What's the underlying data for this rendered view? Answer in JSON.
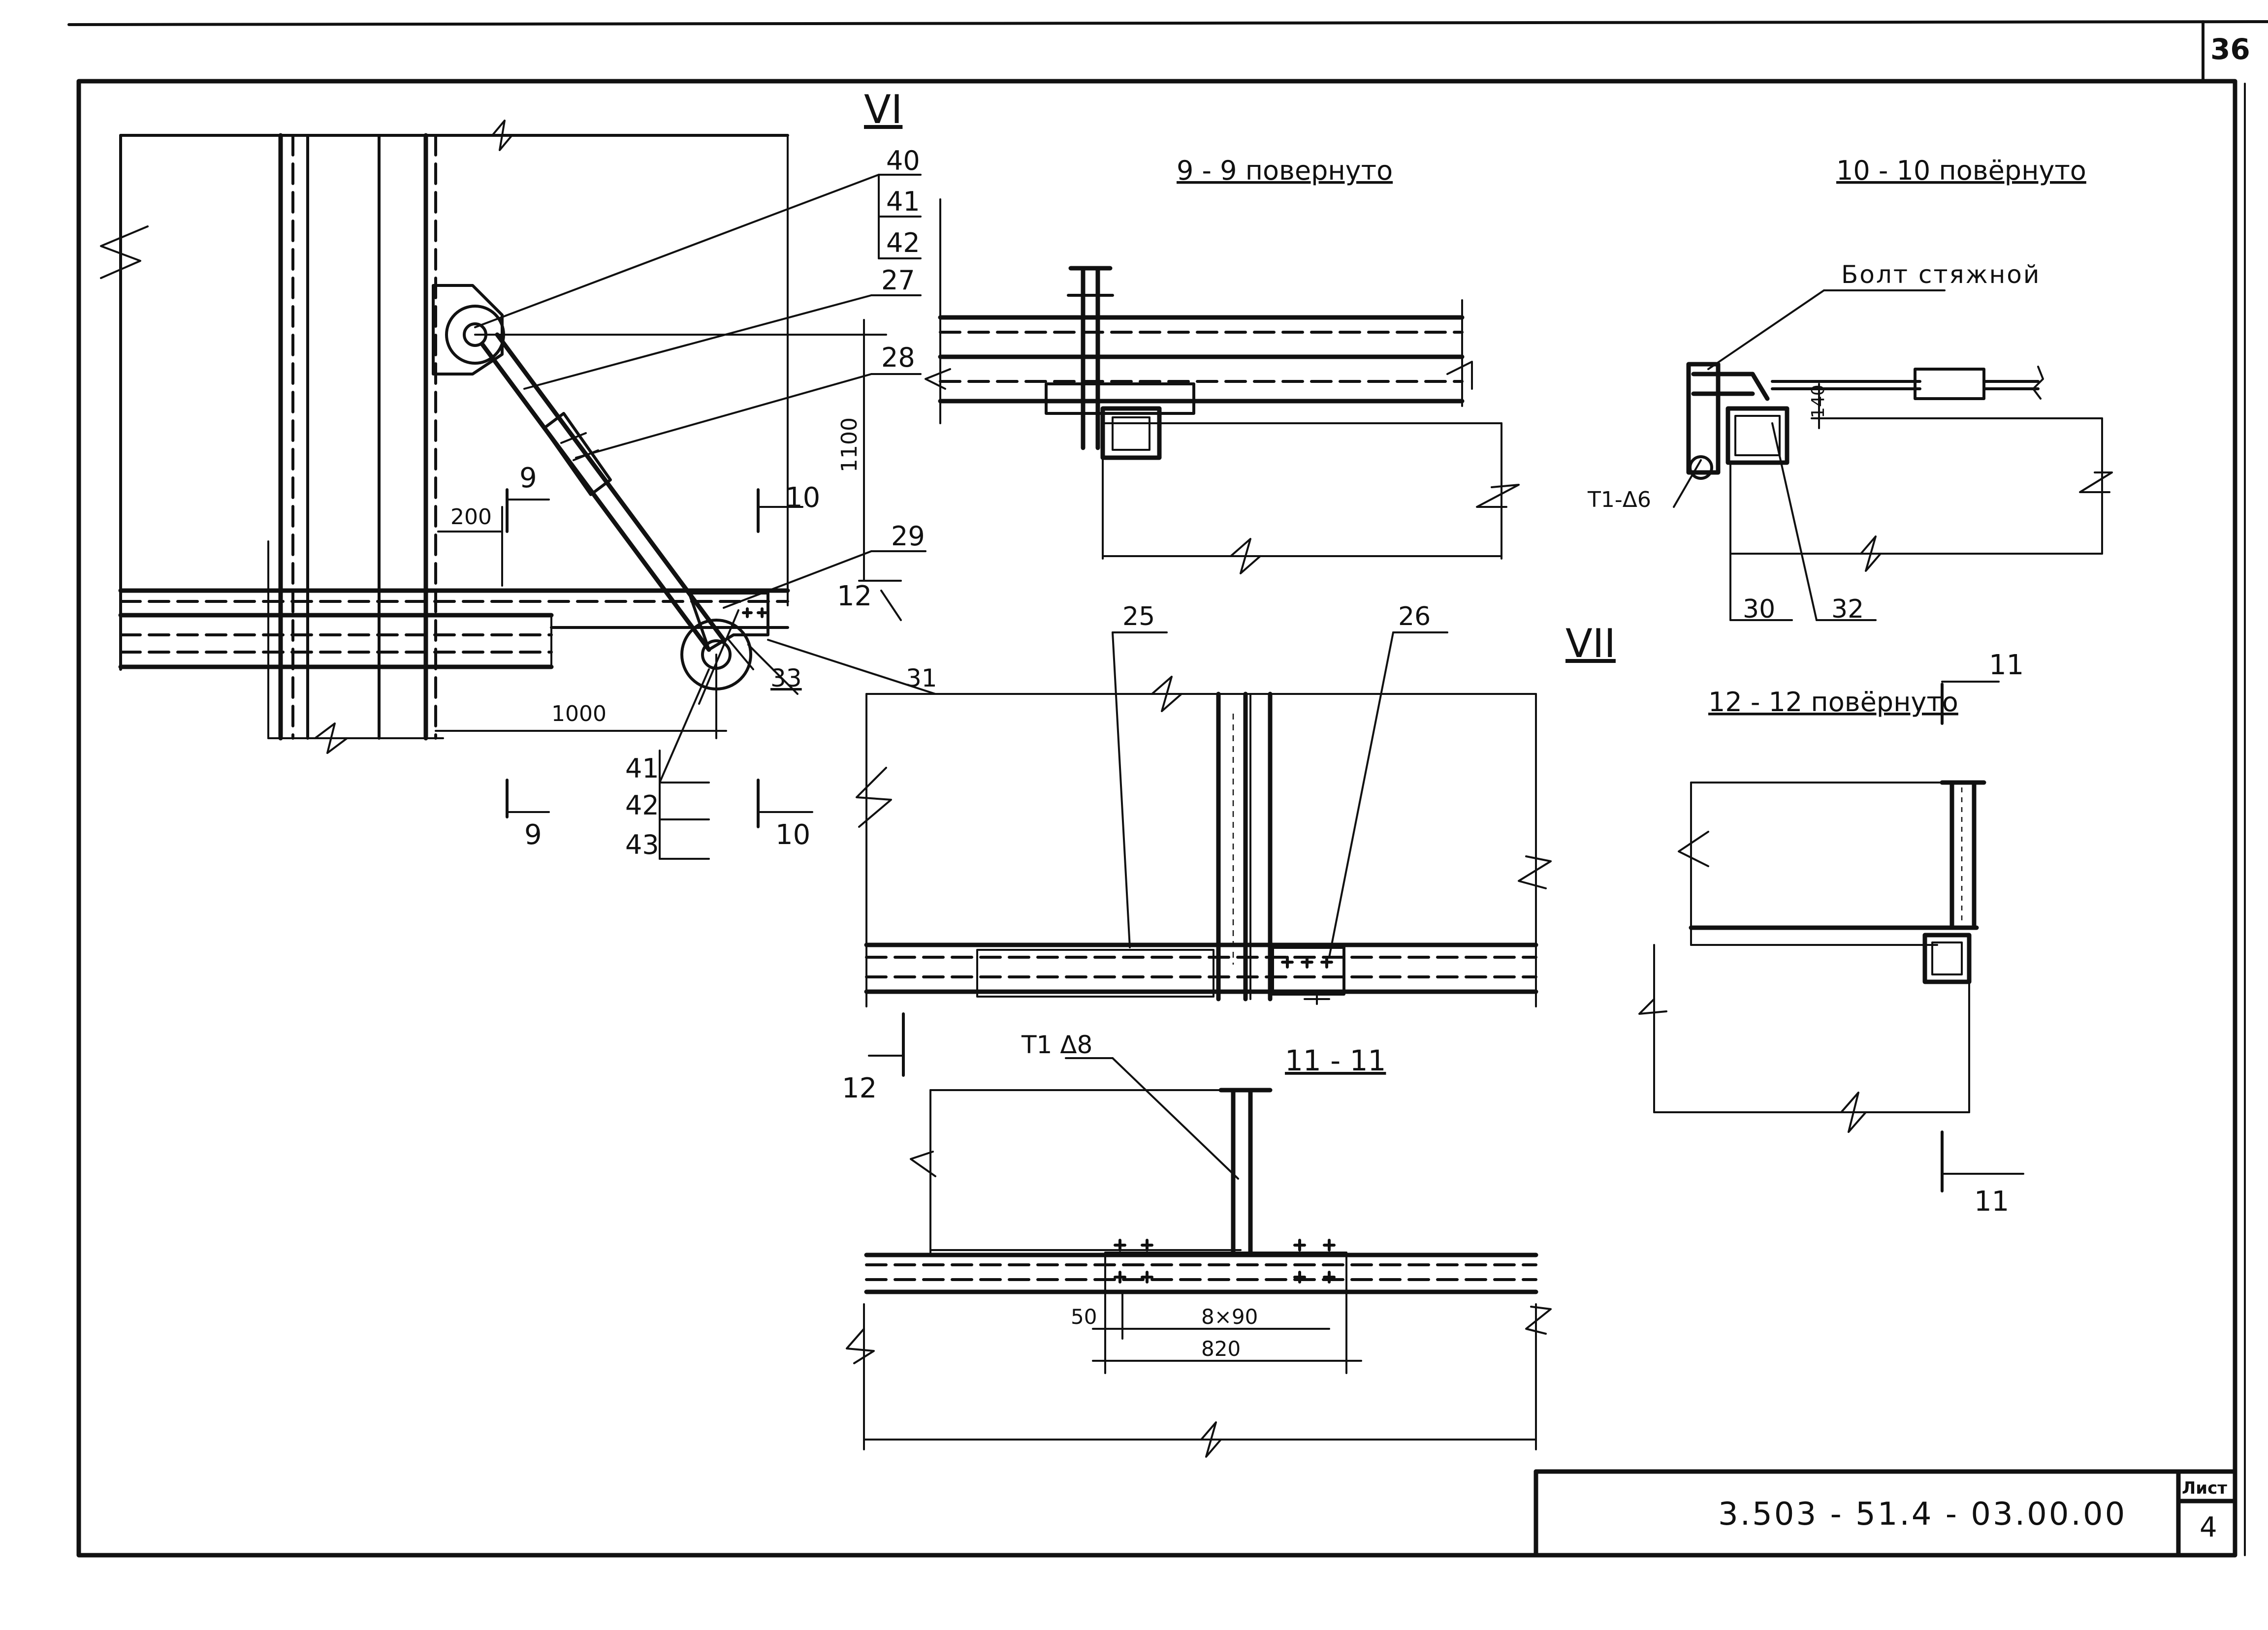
{
  "sheet": {
    "page_number": "36",
    "code": "3.503 - 51.4 - 03.00.00",
    "list_label": "Лист",
    "list_number": "4"
  },
  "views": {
    "view_vi": "VI",
    "view_vii": "VII",
    "section_9": "9 - 9 повернуто",
    "section_10": "10 - 10 повёрнуто",
    "section_11": "11 - 11",
    "section_12": "12 - 12 повёрнуто"
  },
  "callouts": {
    "c40": "40",
    "c41": "41",
    "c42": "42",
    "c27": "27",
    "c28": "28",
    "c29": "29",
    "c31": "31",
    "c33": "33",
    "c41b": "41",
    "c42b": "42",
    "c43": "43",
    "c25": "25",
    "c26": "26",
    "c30": "30",
    "c32": "32"
  },
  "cut_marks": {
    "m9a": "9",
    "m9b": "9",
    "m10a": "10",
    "m10b": "10",
    "m12a": "12",
    "m12b": "12",
    "m11a": "11",
    "m11b": "11"
  },
  "dimensions": {
    "d200": "200",
    "d1000": "1000",
    "d1100": "1100",
    "d140": "140",
    "d50": "50",
    "d8x90": "8×90",
    "d820": "820"
  },
  "notes": {
    "bolt": "Болт стяжной",
    "weld_t1_6": "Т1-Δ6",
    "weld_t1_8": "Т1 Δ8"
  }
}
